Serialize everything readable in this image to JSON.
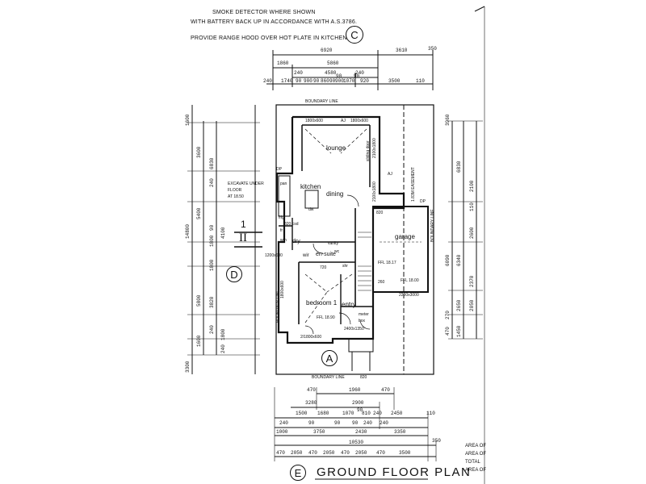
{
  "notes": {
    "line1": "SMOKE DETECTOR WHERE SHOWN",
    "line2": "WITH BATTERY BACK UP IN ACCORDANCE WITH A.S.3786.",
    "line3": "PROVIDE RANGE HOOD OVER HOT PLATE IN KITCHEN."
  },
  "markers": {
    "c": "C",
    "d": "D",
    "a": "A",
    "e": "E",
    "section_num": "1",
    "section_roman": "II"
  },
  "top_dims": {
    "row1": [
      "6920",
      "3610",
      "350"
    ],
    "row2": [
      "1860",
      "5860"
    ],
    "row3": [
      "240",
      "4580",
      "240"
    ],
    "row4": [
      "240",
      "1740",
      "90",
      "900",
      "90",
      "860",
      "90",
      "900",
      "90",
      "1070",
      "90",
      "920",
      "3500",
      "110"
    ]
  },
  "bottom_dims": {
    "row1": [
      "470",
      "1960",
      "470"
    ],
    "row2": [
      "3280",
      "2900"
    ],
    "row3": [
      "1500",
      "1680",
      "1070",
      "90",
      "810",
      "240",
      "2450",
      "110"
    ],
    "row4": [
      "240",
      "90",
      "90",
      "90",
      "240",
      "240"
    ],
    "row5": [
      "1000",
      "3750",
      "2430",
      "3350"
    ],
    "row6": [
      "10530",
      "350"
    ],
    "row7": [
      "470",
      "2050",
      "470",
      "2050",
      "470",
      "2050",
      "470",
      "3500"
    ]
  },
  "left_dims": [
    "1600",
    "3600",
    "6830",
    "240",
    "14800",
    "5400",
    "90",
    "1800",
    "5800",
    "3820",
    "1800",
    "240",
    "1600",
    "4100",
    "3300",
    "1800",
    "240"
  ],
  "right_dims": [
    "3960",
    "6830",
    "2100",
    "6340",
    "2600",
    "6090",
    "2370",
    "2050",
    "1450",
    "270",
    "470",
    "2650",
    "110"
  ],
  "labels": {
    "boundary_top": "BOUNDARY LINE",
    "boundary_bottom": "BOUNDARY LINE",
    "boundary_left": "BOUNDARY LINE",
    "boundary_right": "BOUNDARY LINE",
    "easement": "1.83M EASEMENT",
    "excavate": "EXCAVATE UNDER",
    "excavate2": "FLOOR",
    "excavate3": "AT 18.50",
    "lounge": "lounge",
    "kitchen": "kitchen",
    "dining": "dining",
    "garage": "garage",
    "bedroom": "bedroom 1",
    "entry": "entry",
    "ensuite": "en-suite",
    "wir": "wir",
    "dry": "dry",
    "frig": "frig",
    "dp": "DP",
    "aj": "AJ",
    "pan": "pan",
    "wm": "wm",
    "fr": "fr",
    "dw": "dw",
    "sliding_door": "sliding door",
    "win_top1": "1800x600",
    "win_top2": "1800x600",
    "win_lounge": "2100x1800",
    "win_dining": "2100x1800",
    "win_kitchen": "1200x600",
    "win_bed": "1800x600",
    "win_bottom": "2/1800x600",
    "win_entry": "2400x1350",
    "door_garage": "2200x3000",
    "ffl_garage": "FFL 18.00",
    "ffl_inner": "FFL 18.17",
    "ffl_bed": "FFL 18.90",
    "meter": "meter",
    "meter2": "box",
    "csd": "820 csd",
    "door820": "820",
    "door720": "720",
    "door260": "260",
    "bath_text": "vanity",
    "wc": "wc",
    "shr": "shr",
    "door_entry": "820"
  },
  "area_list": [
    "AREA OF",
    "AREA OF",
    "TOTAL",
    "AREA OF"
  ],
  "title": "GROUND FLOOR PLAN"
}
